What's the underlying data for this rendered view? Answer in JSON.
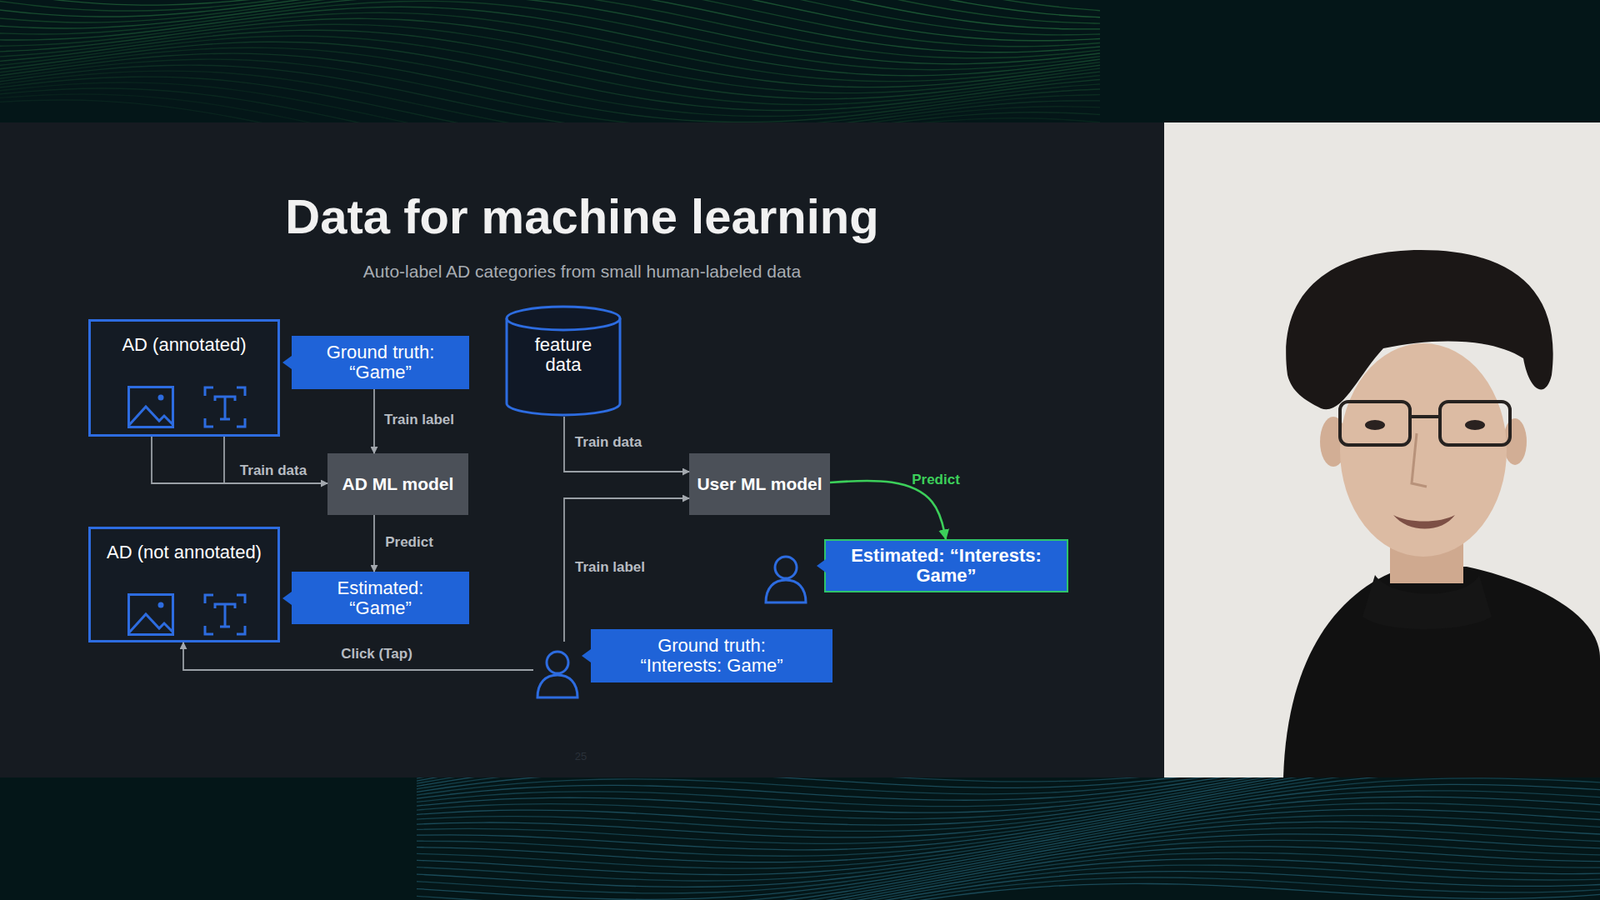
{
  "diagram": {
    "title": "Data for machine learning",
    "caption": "Auto-label AD categories from small human-labeled data",
    "nodes": [
      {
        "text": [
          "AD (annotated)"
        ]
      },
      {
        "text": [
          "Ground truth: “Game”"
        ]
      },
      {
        "text": [
          "feature data"
        ]
      },
      {
        "text": [
          "AD ML model"
        ]
      },
      {
        "text": [
          "User ML model"
        ]
      },
      {
        "text": [
          "AD (not annotated)"
        ]
      },
      {
        "text": [
          "Estimated: “Game”"
        ]
      },
      {
        "text": [
          "Estimated: “Interests: Game”"
        ]
      },
      {
        "text": [
          "Ground truth: “Interests: Game”"
        ]
      }
    ],
    "edges": [
      {
        "from": 0,
        "to": 3,
        "label": "Train data",
        "arrow": "to"
      },
      {
        "from": 1,
        "to": 3,
        "label": "Train label",
        "arrow": "to"
      },
      {
        "from": 3,
        "to": 6,
        "label": "Predict",
        "arrow": "to"
      },
      {
        "from": 2,
        "to": 4,
        "label": "Train data",
        "arrow": "to"
      },
      {
        "from": 8,
        "to": 4,
        "label": "Train label",
        "arrow": "to"
      },
      {
        "from": 8,
        "to": 5,
        "label": "Click (Tap)",
        "arrow": "to"
      },
      {
        "from": 4,
        "to": 7,
        "label": "Predict",
        "arrow": "to"
      }
    ],
    "labels": [
      "25"
    ]
  }
}
